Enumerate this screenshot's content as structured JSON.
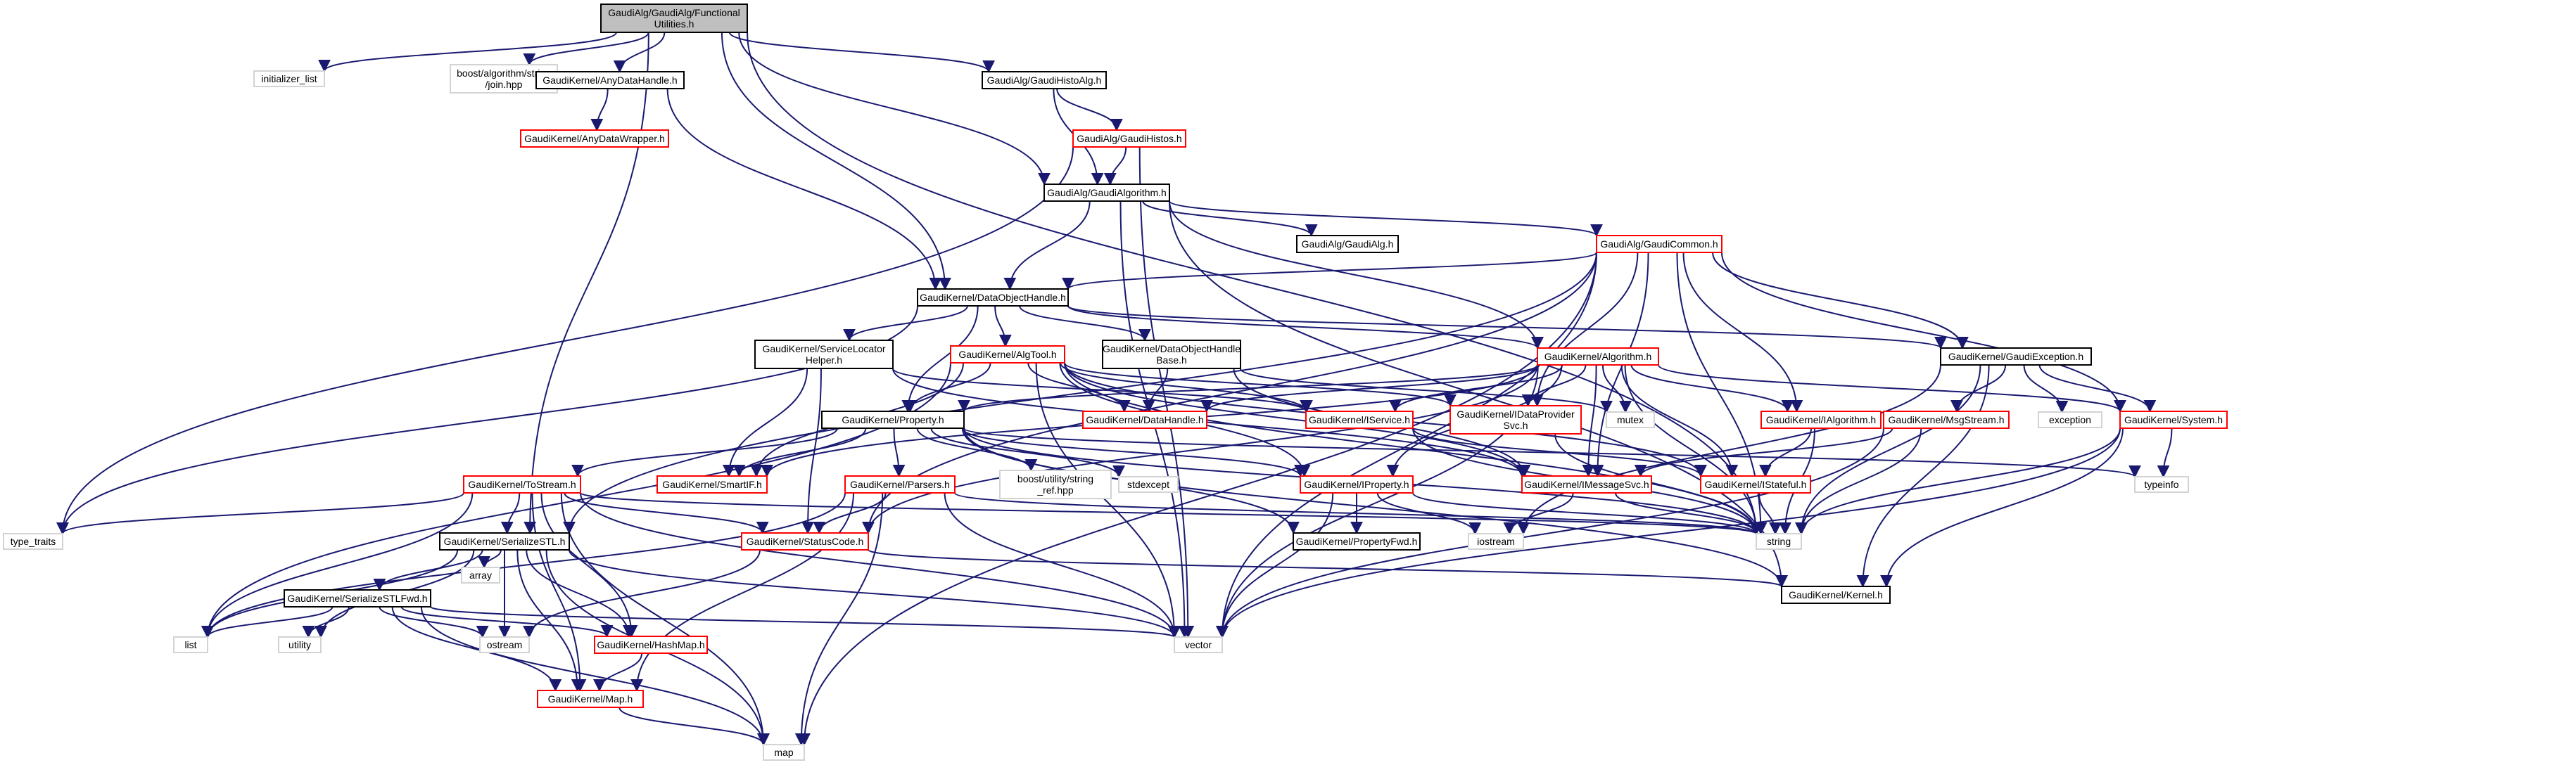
{
  "colors": {
    "edge": "#191970",
    "root_fill": "#bfbfbf",
    "root_border": "#000000",
    "doc_border": "#000000",
    "red_border": "#ff0000",
    "ext_border": "#d3d3d3"
  },
  "nodes": [
    {
      "id": "root",
      "lines": [
        "GaudiAlg/GaudiAlg/Functional",
        "Utilities.h"
      ],
      "style": "root"
    },
    {
      "id": "initializer_list",
      "lines": [
        "initializer_list"
      ],
      "style": "ext"
    },
    {
      "id": "boost_join",
      "lines": [
        "boost/algorithm/string",
        "/join.hpp"
      ],
      "style": "ext"
    },
    {
      "id": "anydatahandle",
      "lines": [
        "GaudiKernel/AnyDataHandle.h"
      ],
      "style": "doc"
    },
    {
      "id": "gaudihistoalg",
      "lines": [
        "GaudiAlg/GaudiHistoAlg.h"
      ],
      "style": "doc"
    },
    {
      "id": "anydatawrapper",
      "lines": [
        "GaudiKernel/AnyDataWrapper.h"
      ],
      "style": "red"
    },
    {
      "id": "gaudihistos",
      "lines": [
        "GaudiAlg/GaudiHistos.h"
      ],
      "style": "red"
    },
    {
      "id": "gaudialgorithm",
      "lines": [
        "GaudiAlg/GaudiAlgorithm.h"
      ],
      "style": "doc"
    },
    {
      "id": "gaudialg",
      "lines": [
        "GaudiAlg/GaudiAlg.h"
      ],
      "style": "doc"
    },
    {
      "id": "gaudicommon",
      "lines": [
        "GaudiAlg/GaudiCommon.h"
      ],
      "style": "red"
    },
    {
      "id": "dataobjecthandle",
      "lines": [
        "GaudiKernel/DataObjectHandle.h"
      ],
      "style": "doc"
    },
    {
      "id": "servicelocator",
      "lines": [
        "GaudiKernel/ServiceLocator",
        "Helper.h"
      ],
      "style": "doc"
    },
    {
      "id": "algtool",
      "lines": [
        "GaudiKernel/AlgTool.h"
      ],
      "style": "red"
    },
    {
      "id": "dataobjecthandlebase",
      "lines": [
        "GaudiKernel/DataObjectHandle",
        "Base.h"
      ],
      "style": "doc"
    },
    {
      "id": "algorithm",
      "lines": [
        "GaudiKernel/Algorithm.h"
      ],
      "style": "red"
    },
    {
      "id": "gaudiexception",
      "lines": [
        "GaudiKernel/GaudiException.h"
      ],
      "style": "doc"
    },
    {
      "id": "datahandle",
      "lines": [
        "GaudiKernel/DataHandle.h"
      ],
      "style": "red"
    },
    {
      "id": "iservice",
      "lines": [
        "GaudiKernel/IService.h"
      ],
      "style": "red"
    },
    {
      "id": "idataprovidersvc",
      "lines": [
        "GaudiKernel/IDataProvider",
        "Svc.h"
      ],
      "style": "red"
    },
    {
      "id": "mutex",
      "lines": [
        "mutex"
      ],
      "style": "ext"
    },
    {
      "id": "ialgorithm",
      "lines": [
        "GaudiKernel/IAlgorithm.h"
      ],
      "style": "red"
    },
    {
      "id": "exception",
      "lines": [
        "exception"
      ],
      "style": "ext"
    },
    {
      "id": "system",
      "lines": [
        "GaudiKernel/System.h"
      ],
      "style": "red"
    },
    {
      "id": "property",
      "lines": [
        "GaudiKernel/Property.h"
      ],
      "style": "doc"
    },
    {
      "id": "msgstream",
      "lines": [
        "GaudiKernel/MsgStream.h"
      ],
      "style": "red"
    },
    {
      "id": "tostream",
      "lines": [
        "GaudiKernel/ToStream.h"
      ],
      "style": "red"
    },
    {
      "id": "smartif",
      "lines": [
        "GaudiKernel/SmartIF.h"
      ],
      "style": "red"
    },
    {
      "id": "parsers",
      "lines": [
        "GaudiKernel/Parsers.h"
      ],
      "style": "red"
    },
    {
      "id": "boost_string_ref",
      "lines": [
        "boost/utility/string",
        "_ref.hpp"
      ],
      "style": "ext"
    },
    {
      "id": "stdexcept",
      "lines": [
        "stdexcept"
      ],
      "style": "ext"
    },
    {
      "id": "iproperty",
      "lines": [
        "GaudiKernel/IProperty.h"
      ],
      "style": "red"
    },
    {
      "id": "imessagesvc",
      "lines": [
        "GaudiKernel/IMessageSvc.h"
      ],
      "style": "red"
    },
    {
      "id": "istateful",
      "lines": [
        "GaudiKernel/IStateful.h"
      ],
      "style": "red"
    },
    {
      "id": "typeinfo",
      "lines": [
        "typeinfo"
      ],
      "style": "ext"
    },
    {
      "id": "type_traits",
      "lines": [
        "type_traits"
      ],
      "style": "ext"
    },
    {
      "id": "serializestl",
      "lines": [
        "GaudiKernel/SerializeSTL.h"
      ],
      "style": "doc"
    },
    {
      "id": "statuscode",
      "lines": [
        "GaudiKernel/StatusCode.h"
      ],
      "style": "red"
    },
    {
      "id": "propertyfwd",
      "lines": [
        "GaudiKernel/PropertyFwd.h"
      ],
      "style": "doc"
    },
    {
      "id": "iostream",
      "lines": [
        "iostream"
      ],
      "style": "ext"
    },
    {
      "id": "string",
      "lines": [
        "string"
      ],
      "style": "ext"
    },
    {
      "id": "array",
      "lines": [
        "array"
      ],
      "style": "ext"
    },
    {
      "id": "serializestlfwd",
      "lines": [
        "GaudiKernel/SerializeSTLFwd.h"
      ],
      "style": "doc"
    },
    {
      "id": "kernel",
      "lines": [
        "GaudiKernel/Kernel.h"
      ],
      "style": "doc"
    },
    {
      "id": "list",
      "lines": [
        "list"
      ],
      "style": "ext"
    },
    {
      "id": "utility",
      "lines": [
        "utility"
      ],
      "style": "ext"
    },
    {
      "id": "ostream",
      "lines": [
        "ostream"
      ],
      "style": "ext"
    },
    {
      "id": "hashmap",
      "lines": [
        "GaudiKernel/HashMap.h"
      ],
      "style": "red"
    },
    {
      "id": "vector",
      "lines": [
        "vector"
      ],
      "style": "ext"
    },
    {
      "id": "map_h",
      "lines": [
        "GaudiKernel/Map.h"
      ],
      "style": "red"
    },
    {
      "id": "map",
      "lines": [
        "map"
      ],
      "style": "ext"
    }
  ],
  "edges": [
    [
      "root",
      "initializer_list"
    ],
    [
      "root",
      "boost_join"
    ],
    [
      "root",
      "anydatahandle"
    ],
    [
      "root",
      "gaudihistoalg"
    ],
    [
      "root",
      "gaudialgorithm"
    ],
    [
      "root",
      "dataobjecthandle"
    ],
    [
      "root",
      "serializestl"
    ],
    [
      "root",
      "string"
    ],
    [
      "anydatahandle",
      "anydatawrapper"
    ],
    [
      "anydatahandle",
      "dataobjecthandle"
    ],
    [
      "gaudihistoalg",
      "gaudihistos"
    ],
    [
      "gaudihistoalg",
      "gaudialgorithm"
    ],
    [
      "gaudihistos",
      "gaudialgorithm"
    ],
    [
      "gaudihistos",
      "type_traits"
    ],
    [
      "gaudihistos",
      "vector"
    ],
    [
      "gaudialgorithm",
      "gaudialg"
    ],
    [
      "gaudialgorithm",
      "gaudicommon"
    ],
    [
      "gaudialgorithm",
      "dataobjecthandle"
    ],
    [
      "gaudialgorithm",
      "algorithm"
    ],
    [
      "gaudialgorithm",
      "vector"
    ],
    [
      "gaudialgorithm",
      "kernel"
    ],
    [
      "gaudicommon",
      "dataobjecthandle"
    ],
    [
      "gaudicommon",
      "gaudiexception"
    ],
    [
      "gaudicommon",
      "ialgorithm"
    ],
    [
      "gaudicommon",
      "idataprovidersvc"
    ],
    [
      "gaudicommon",
      "system"
    ],
    [
      "gaudicommon",
      "statuscode"
    ],
    [
      "gaudicommon",
      "serializestl"
    ],
    [
      "gaudicommon",
      "string"
    ],
    [
      "gaudicommon",
      "vector"
    ],
    [
      "gaudicommon",
      "map"
    ],
    [
      "gaudicommon",
      "imessagesvc"
    ],
    [
      "dataobjecthandle",
      "servicelocator"
    ],
    [
      "dataobjecthandle",
      "algtool"
    ],
    [
      "dataobjecthandle",
      "dataobjecthandlebase"
    ],
    [
      "dataobjecthandle",
      "algorithm"
    ],
    [
      "dataobjecthandle",
      "property"
    ],
    [
      "dataobjecthandle",
      "gaudiexception"
    ],
    [
      "dataobjecthandle",
      "type_traits"
    ],
    [
      "servicelocator",
      "iservice"
    ],
    [
      "servicelocator",
      "smartif"
    ],
    [
      "servicelocator",
      "imessagesvc"
    ],
    [
      "servicelocator",
      "statuscode"
    ],
    [
      "algtool",
      "datahandle"
    ],
    [
      "algtool",
      "iservice"
    ],
    [
      "algtool",
      "idataprovidersvc"
    ],
    [
      "algtool",
      "property"
    ],
    [
      "algtool",
      "smartif"
    ],
    [
      "algtool",
      "istateful"
    ],
    [
      "algtool",
      "imessagesvc"
    ],
    [
      "algtool",
      "list"
    ],
    [
      "algtool",
      "vector"
    ],
    [
      "algtool",
      "string"
    ],
    [
      "algtool",
      "iproperty"
    ],
    [
      "dataobjecthandlebase",
      "datahandle"
    ],
    [
      "dataobjecthandlebase",
      "mutex"
    ],
    [
      "dataobjecthandlebase",
      "imessagesvc"
    ],
    [
      "algorithm",
      "datahandle"
    ],
    [
      "algorithm",
      "iservice"
    ],
    [
      "algorithm",
      "idataprovidersvc"
    ],
    [
      "algorithm",
      "mutex"
    ],
    [
      "algorithm",
      "ialgorithm"
    ],
    [
      "algorithm",
      "system"
    ],
    [
      "algorithm",
      "property"
    ],
    [
      "algorithm",
      "istateful"
    ],
    [
      "algorithm",
      "imessagesvc"
    ],
    [
      "algorithm",
      "iproperty"
    ],
    [
      "algorithm",
      "string"
    ],
    [
      "algorithm",
      "vector"
    ],
    [
      "algorithm",
      "smartif"
    ],
    [
      "algorithm",
      "statuscode"
    ],
    [
      "gaudiexception",
      "exception"
    ],
    [
      "gaudiexception",
      "system"
    ],
    [
      "gaudiexception",
      "msgstream"
    ],
    [
      "gaudiexception",
      "string"
    ],
    [
      "gaudiexception",
      "iostream"
    ],
    [
      "gaudiexception",
      "kernel"
    ],
    [
      "iservice",
      "istateful"
    ],
    [
      "iservice",
      "string"
    ],
    [
      "idataprovidersvc",
      "string"
    ],
    [
      "ialgorithm",
      "istateful"
    ],
    [
      "ialgorithm",
      "string"
    ],
    [
      "system",
      "typeinfo"
    ],
    [
      "system",
      "string"
    ],
    [
      "system",
      "vector"
    ],
    [
      "system",
      "kernel"
    ],
    [
      "property",
      "tostream"
    ],
    [
      "property",
      "smartif"
    ],
    [
      "property",
      "parsers"
    ],
    [
      "property",
      "boost_string_ref"
    ],
    [
      "property",
      "stdexcept"
    ],
    [
      "property",
      "iproperty"
    ],
    [
      "property",
      "propertyfwd"
    ],
    [
      "property",
      "string"
    ],
    [
      "property",
      "kernel"
    ],
    [
      "property",
      "typeinfo"
    ],
    [
      "msgstream",
      "imessagesvc"
    ],
    [
      "msgstream",
      "string"
    ],
    [
      "msgstream",
      "vector"
    ],
    [
      "tostream",
      "serializestl"
    ],
    [
      "tostream",
      "statuscode"
    ],
    [
      "tostream",
      "map_h"
    ],
    [
      "tostream",
      "hashmap"
    ],
    [
      "tostream",
      "list"
    ],
    [
      "tostream",
      "vector"
    ],
    [
      "tostream",
      "map"
    ],
    [
      "tostream",
      "string"
    ],
    [
      "tostream",
      "type_traits"
    ],
    [
      "parsers",
      "statuscode"
    ],
    [
      "parsers",
      "string"
    ],
    [
      "parsers",
      "vector"
    ],
    [
      "parsers",
      "map"
    ],
    [
      "parsers",
      "list"
    ],
    [
      "parsers",
      "map_h"
    ],
    [
      "iproperty",
      "propertyfwd"
    ],
    [
      "iproperty",
      "iostream"
    ],
    [
      "iproperty",
      "vector"
    ],
    [
      "iproperty",
      "string"
    ],
    [
      "imessagesvc",
      "iostream"
    ],
    [
      "imessagesvc",
      "string"
    ],
    [
      "istateful",
      "string"
    ],
    [
      "serializestl",
      "array"
    ],
    [
      "serializestl",
      "serializestlfwd"
    ],
    [
      "serializestl",
      "list"
    ],
    [
      "serializestl",
      "utility"
    ],
    [
      "serializestl",
      "ostream"
    ],
    [
      "serializestl",
      "hashmap"
    ],
    [
      "serializestl",
      "vector"
    ],
    [
      "serializestl",
      "map_h"
    ],
    [
      "serializestl",
      "map"
    ],
    [
      "statuscode",
      "ostream"
    ],
    [
      "statuscode",
      "kernel"
    ],
    [
      "serializestlfwd",
      "list"
    ],
    [
      "serializestlfwd",
      "utility"
    ],
    [
      "serializestlfwd",
      "ostream"
    ],
    [
      "serializestlfwd",
      "hashmap"
    ],
    [
      "serializestlfwd",
      "vector"
    ],
    [
      "serializestlfwd",
      "map_h"
    ],
    [
      "serializestlfwd",
      "map"
    ],
    [
      "hashmap",
      "map_h"
    ],
    [
      "map_h",
      "map"
    ]
  ]
}
